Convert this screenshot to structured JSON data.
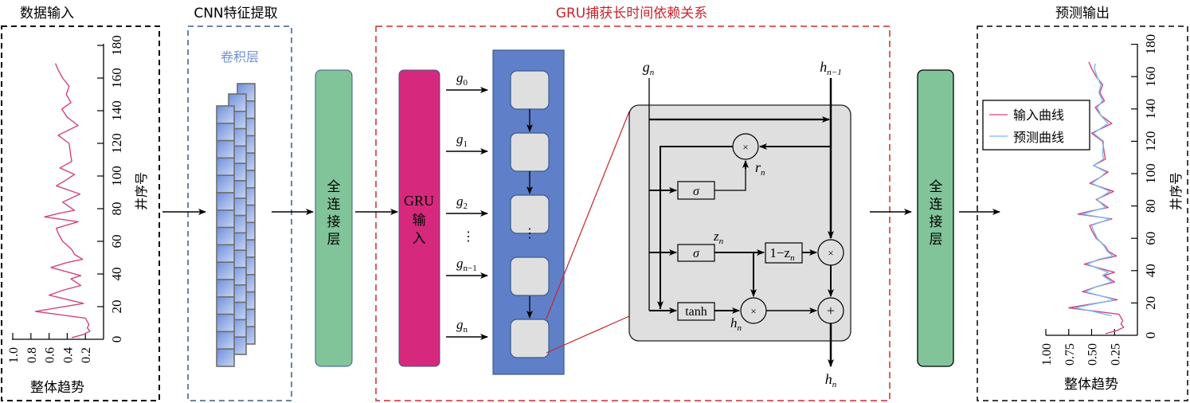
{
  "sections": {
    "data_input": {
      "title": "数据输入"
    },
    "cnn": {
      "title": "CNN特征提取",
      "conv_label": "卷积层"
    },
    "gru": {
      "title": "GRU捕获长时间依赖关系",
      "input_label_line1": "GRU",
      "input_label_line2": "输",
      "input_label_line3": "入"
    },
    "output": {
      "title": "预测输出"
    },
    "fc_layer": {
      "chars": [
        "全",
        "连",
        "接",
        "层"
      ]
    }
  },
  "gru_inputs": [
    "g",
    "g",
    "g",
    "g",
    "g"
  ],
  "gru_input_subs": [
    "0",
    "1",
    "2",
    "n−1",
    "n"
  ],
  "gru_cell": {
    "input_label": "g",
    "input_sub": "n",
    "prev_state_label": "h",
    "prev_state_sub": "n−1",
    "reset_gate_label": "r",
    "reset_gate_sub": "n",
    "update_gate_label": "z",
    "update_gate_sub": "n",
    "sigma": "σ",
    "tanh": "tanh",
    "one_minus_z": "1−z",
    "one_minus_z_sub": "n",
    "candidate_label": "h",
    "candidate_sub": "n",
    "output_label": "h",
    "output_sub": "n",
    "multiply": "×",
    "add": "+"
  },
  "colors": {
    "input_curve": "#d0457f",
    "predicted_curve": "#7ab8ee",
    "fc_green": "#82c49a",
    "gru_pink": "#d6297e",
    "gru_blue": "#5f80c8",
    "cell_gray": "#dfdfdf",
    "red_dash": "#d42a2a",
    "blue_dash": "#3a5a8a"
  },
  "chart_data": [
    {
      "type": "line",
      "title": "数据输入",
      "xlabel": "整体趋势",
      "ylabel": "井序号",
      "x_ticks": [
        "1.0",
        "0.8",
        "0.6",
        "0.4",
        "0.2"
      ],
      "y_ticks": [
        "0",
        "20",
        "40",
        "60",
        "80",
        "100",
        "120",
        "140",
        "160",
        "180"
      ],
      "xlim": [
        1.0,
        0
      ],
      "ylim": [
        0,
        180
      ],
      "orientation": "rotated",
      "series": [
        {
          "name": "输入曲线",
          "index": [
            1,
            3,
            5,
            7,
            9,
            11,
            13,
            17,
            22,
            27,
            30,
            33,
            37,
            39,
            44,
            47,
            49,
            52,
            55,
            60,
            65,
            68,
            72,
            75,
            77,
            79,
            84,
            89,
            94,
            98,
            101,
            105,
            109,
            112,
            120,
            125,
            131,
            136,
            141,
            145,
            150,
            155,
            160,
            165,
            169
          ],
          "values": [
            0.35,
            0.22,
            0.15,
            0.18,
            0.16,
            0.18,
            0.2,
            0.75,
            0.22,
            0.6,
            0.45,
            0.25,
            0.36,
            0.25,
            0.58,
            0.4,
            0.23,
            0.32,
            0.35,
            0.45,
            0.5,
            0.52,
            0.28,
            0.65,
            0.5,
            0.32,
            0.45,
            0.26,
            0.52,
            0.4,
            0.32,
            0.48,
            0.35,
            0.36,
            0.38,
            0.5,
            0.28,
            0.4,
            0.46,
            0.36,
            0.41,
            0.38,
            0.45,
            0.5,
            0.53
          ]
        }
      ]
    },
    {
      "type": "line",
      "title": "预测输出",
      "xlabel": "整体趋势",
      "ylabel": "井序号",
      "x_ticks": [
        "1.00",
        "0.75",
        "0.50",
        "0.25"
      ],
      "y_ticks": [
        "0",
        "20",
        "40",
        "60",
        "80",
        "100",
        "120",
        "140",
        "160",
        "180"
      ],
      "xlim": [
        1.0,
        0
      ],
      "ylim": [
        0,
        180
      ],
      "orientation": "rotated",
      "legend": {
        "position": "top-left",
        "entries": [
          "输入曲线",
          "预测曲线"
        ]
      },
      "series": [
        {
          "name": "输入曲线",
          "index": [
            1,
            3,
            5,
            7,
            9,
            11,
            13,
            17,
            22,
            27,
            30,
            33,
            37,
            39,
            44,
            47,
            49,
            52,
            55,
            60,
            65,
            68,
            72,
            75,
            77,
            79,
            84,
            89,
            94,
            98,
            101,
            105,
            109,
            112,
            120,
            125,
            131,
            136,
            141,
            145,
            150,
            155,
            160,
            165,
            169
          ],
          "values": [
            0.35,
            0.22,
            0.15,
            0.18,
            0.16,
            0.18,
            0.2,
            0.75,
            0.22,
            0.6,
            0.45,
            0.25,
            0.36,
            0.25,
            0.58,
            0.4,
            0.23,
            0.32,
            0.35,
            0.45,
            0.5,
            0.52,
            0.28,
            0.65,
            0.5,
            0.32,
            0.45,
            0.26,
            0.52,
            0.4,
            0.32,
            0.48,
            0.35,
            0.36,
            0.38,
            0.5,
            0.28,
            0.4,
            0.46,
            0.36,
            0.41,
            0.38,
            0.45,
            0.5,
            0.53
          ]
        },
        {
          "name": "预测曲线",
          "index": [
            12,
            15,
            17,
            22,
            27,
            30,
            33,
            37,
            39,
            44,
            47,
            49,
            52,
            55,
            60,
            65,
            68,
            72,
            75,
            77,
            79,
            84,
            89,
            94,
            98,
            101,
            105,
            109,
            112,
            120,
            125,
            131,
            136,
            141,
            145,
            150,
            155,
            160,
            165,
            168
          ],
          "values": [
            0.28,
            0.5,
            0.68,
            0.25,
            0.57,
            0.45,
            0.28,
            0.38,
            0.32,
            0.55,
            0.42,
            0.27,
            0.33,
            0.36,
            0.44,
            0.48,
            0.5,
            0.3,
            0.6,
            0.48,
            0.35,
            0.44,
            0.3,
            0.5,
            0.4,
            0.34,
            0.48,
            0.37,
            0.38,
            0.37,
            0.48,
            0.32,
            0.4,
            0.44,
            0.38,
            0.42,
            0.4,
            0.44,
            0.47,
            0.46
          ]
        }
      ]
    }
  ]
}
